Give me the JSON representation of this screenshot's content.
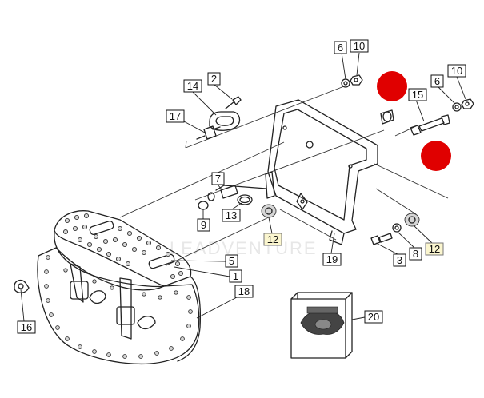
{
  "watermark": "LEADVENTURE",
  "colors": {
    "marker": "#e00000",
    "highlight_box": "#fbf6cf",
    "stroke": "#222222"
  },
  "markers": [
    {
      "id": "marker-1",
      "label": ""
    },
    {
      "id": "marker-2",
      "label": ""
    }
  ],
  "callouts": [
    {
      "id": "c6a",
      "text": "6",
      "highlight": false
    },
    {
      "id": "c10a",
      "text": "10",
      "highlight": false
    },
    {
      "id": "c2",
      "text": "2",
      "highlight": false
    },
    {
      "id": "c14",
      "text": "14",
      "highlight": false
    },
    {
      "id": "c17",
      "text": "17",
      "highlight": false
    },
    {
      "id": "c15",
      "text": "15",
      "highlight": false
    },
    {
      "id": "c6b",
      "text": "6",
      "highlight": false
    },
    {
      "id": "c10b",
      "text": "10",
      "highlight": false
    },
    {
      "id": "c7",
      "text": "7",
      "highlight": false
    },
    {
      "id": "c13",
      "text": "13",
      "highlight": false
    },
    {
      "id": "c9",
      "text": "9",
      "highlight": false
    },
    {
      "id": "c12a",
      "text": "12",
      "highlight": true
    },
    {
      "id": "c5",
      "text": "5",
      "highlight": false
    },
    {
      "id": "c1",
      "text": "1",
      "highlight": false
    },
    {
      "id": "c19",
      "text": "19",
      "highlight": false
    },
    {
      "id": "c3",
      "text": "3",
      "highlight": false
    },
    {
      "id": "c8",
      "text": "8",
      "highlight": false
    },
    {
      "id": "c12b",
      "text": "12",
      "highlight": true
    },
    {
      "id": "c18",
      "text": "18",
      "highlight": false
    },
    {
      "id": "c16",
      "text": "16",
      "highlight": false
    },
    {
      "id": "c20",
      "text": "20",
      "highlight": false
    }
  ]
}
